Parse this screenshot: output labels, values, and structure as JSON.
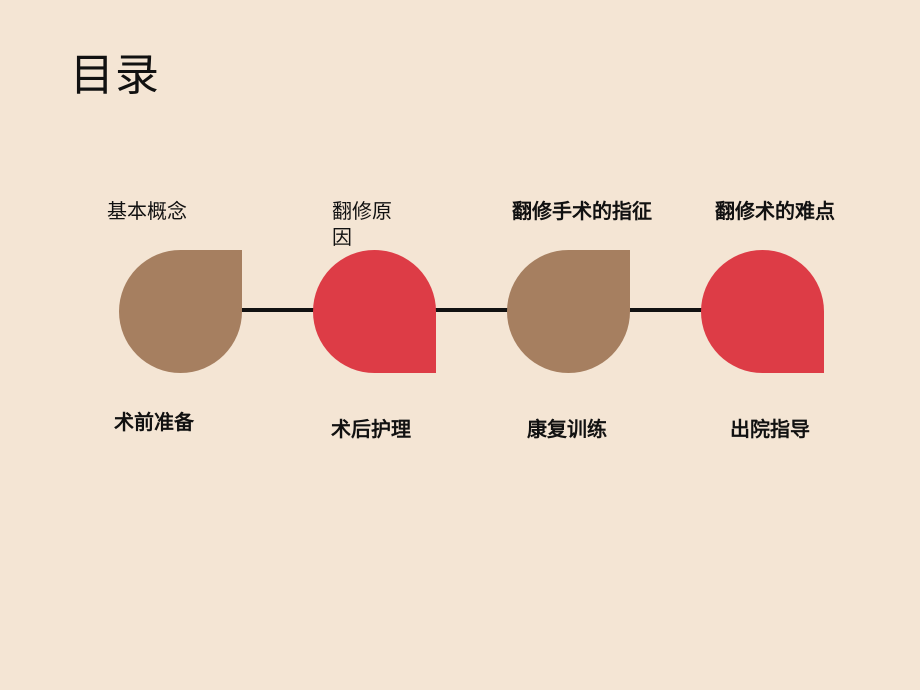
{
  "slide": {
    "title": "目录"
  },
  "colors": {
    "background": "#f4e5d4",
    "brown": "#a67f60",
    "red": "#dd3c46",
    "line": "#111111"
  },
  "top_items": [
    {
      "label": "基本概念"
    },
    {
      "label": "翻修原因"
    },
    {
      "label": "翻修手术的指征"
    },
    {
      "label": "翻修术的难点"
    }
  ],
  "bottom_items": [
    {
      "label": "术前准备"
    },
    {
      "label": "术后护理"
    },
    {
      "label": "康复训练"
    },
    {
      "label": "出院指导"
    }
  ]
}
